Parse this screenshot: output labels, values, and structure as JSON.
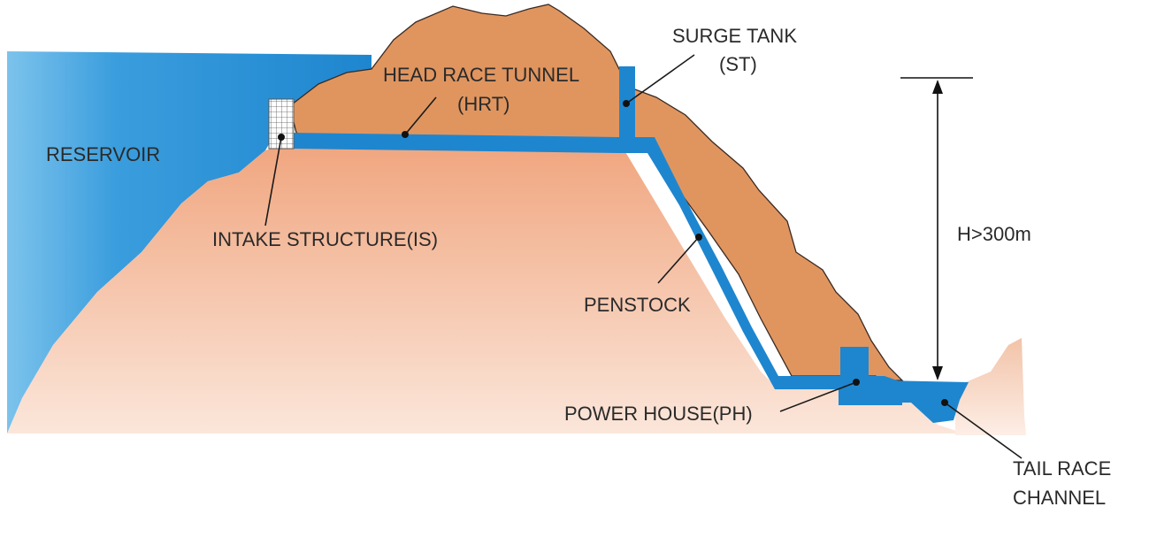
{
  "labels": {
    "reservoir": "RESERVOIR",
    "head_race_tunnel": [
      "HEAD RACE TUNNEL",
      "(HRT)"
    ],
    "surge_tank": [
      "SURGE TANK",
      "(ST)"
    ],
    "intake_structure": "INTAKE STRUCTURE(IS)",
    "penstock": "PENSTOCK",
    "power_house": "POWER HOUSE(PH)",
    "tail_race_channel": [
      "TAIL RACE",
      "CHANNEL"
    ],
    "head": "H>300m"
  },
  "colors": {
    "water": "#1e86cf",
    "water_light": "#56b0e6",
    "mountain": "#e0955f",
    "mountain_outline": "#3a2a22",
    "ground": "#f0a57e",
    "ground_light": "#fbe3d5"
  }
}
